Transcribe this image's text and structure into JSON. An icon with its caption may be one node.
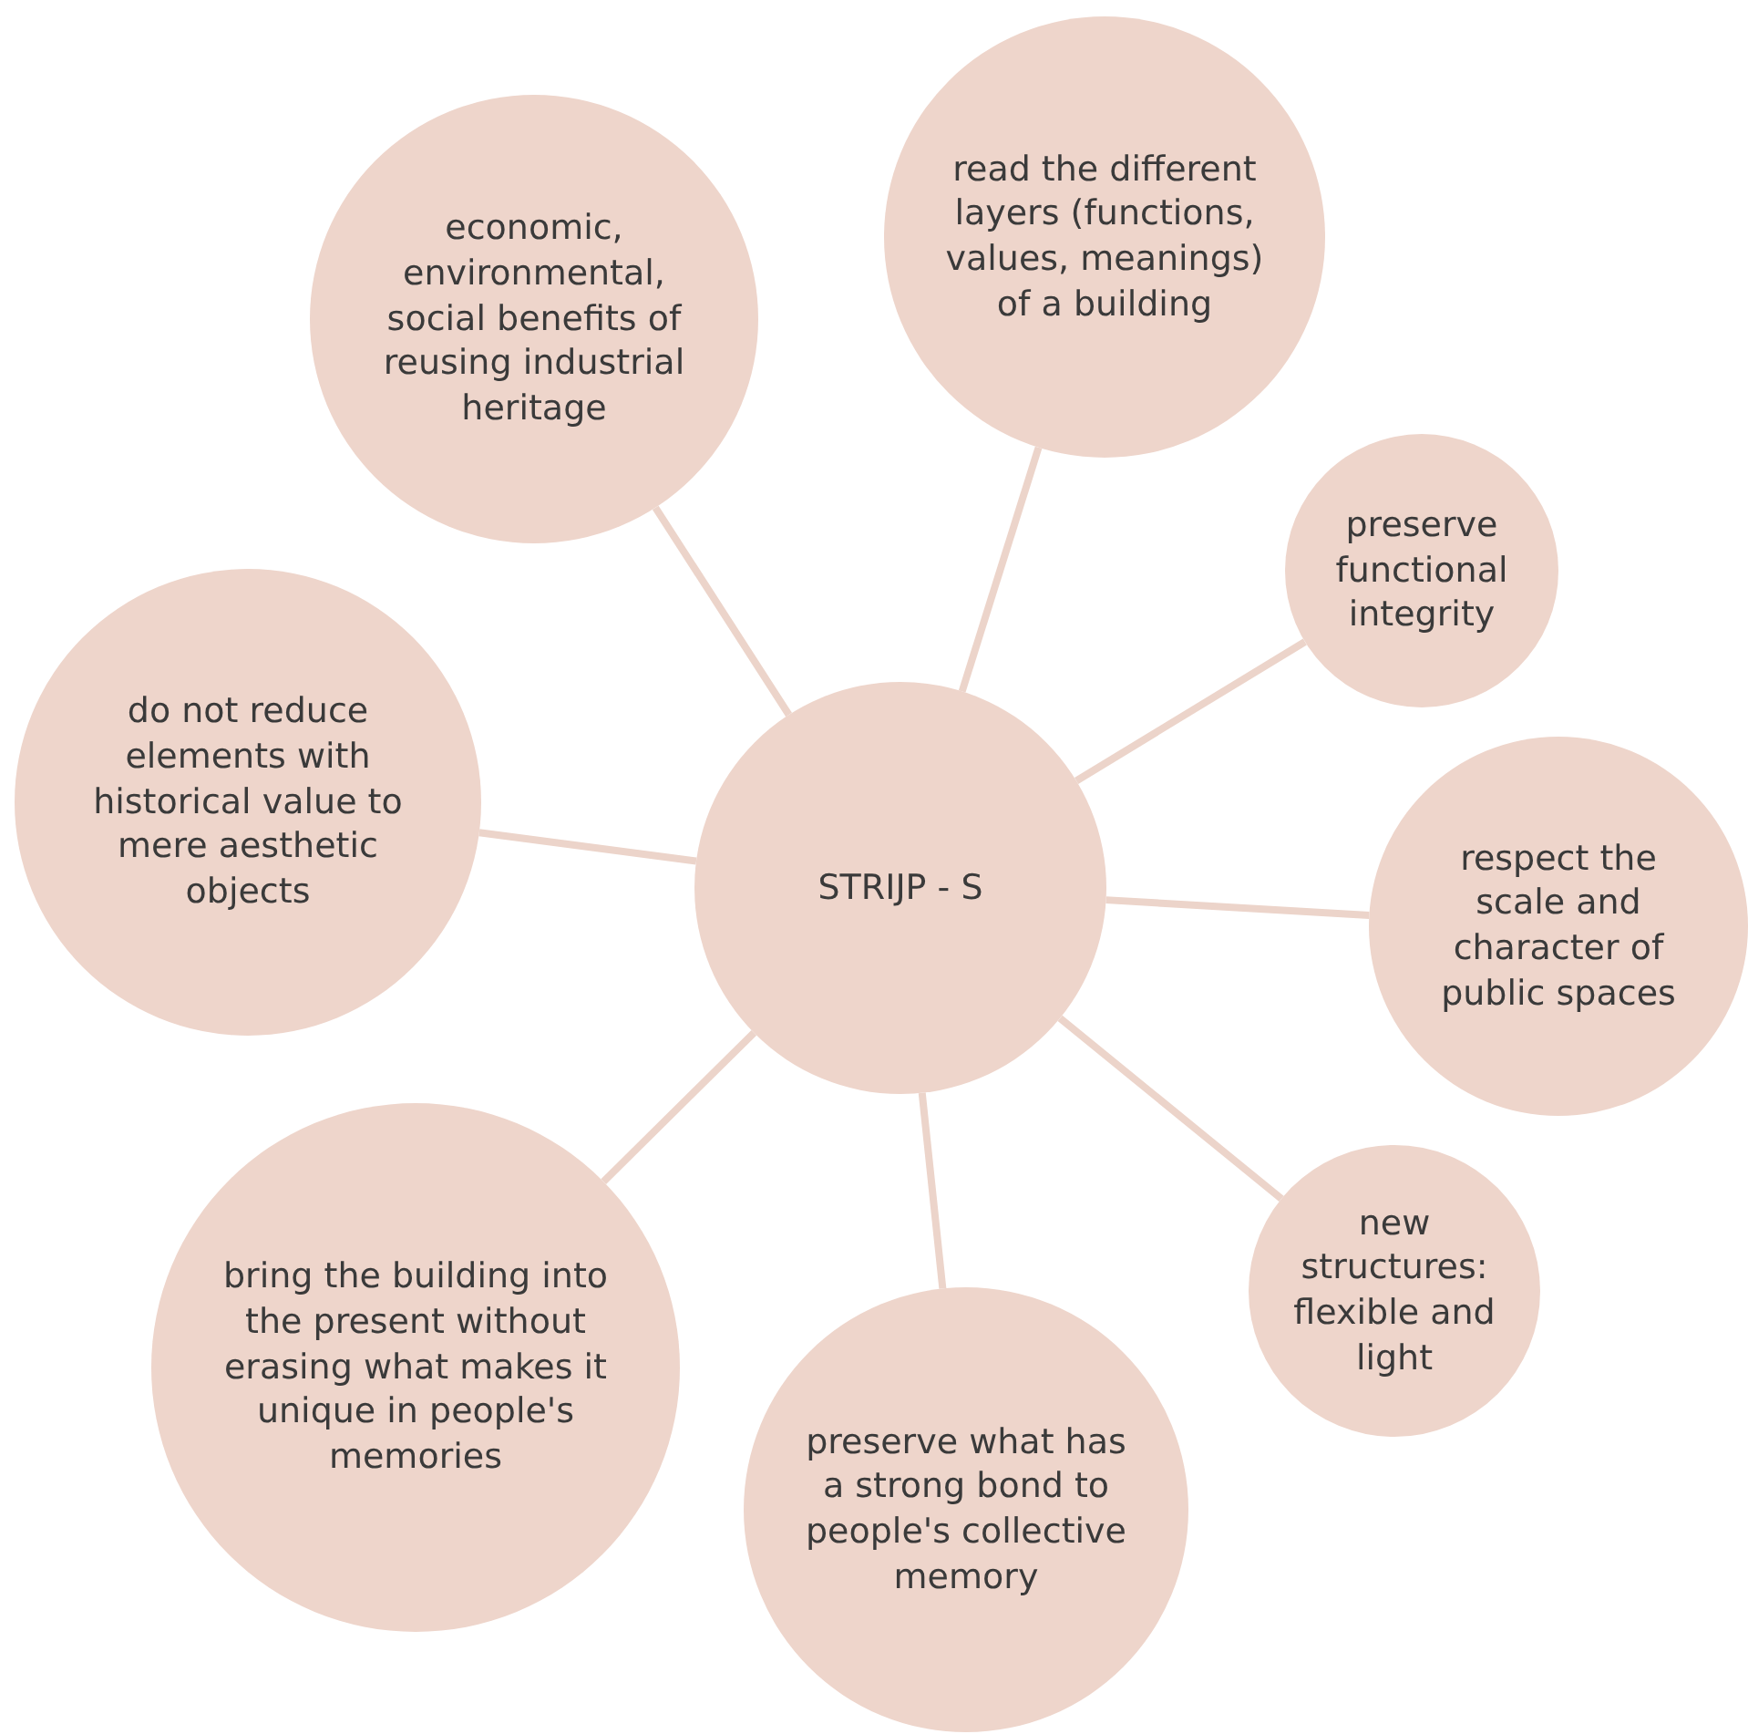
{
  "diagram": {
    "nodes": [
      {
        "text": [
          "STRIJP - S"
        ]
      },
      {
        "text": [
          "economic, environmental, social benefits of reusing industrial heritage"
        ]
      },
      {
        "text": [
          "read the different layers (functions, values, meanings) of a building"
        ]
      },
      {
        "text": [
          "preserve functional integrity"
        ]
      },
      {
        "text": [
          "respect the scale and character of public spaces"
        ]
      },
      {
        "text": [
          "new structures: flexible and light"
        ]
      },
      {
        "text": [
          "preserve what has a strong bond to people's collective memory"
        ]
      },
      {
        "text": [
          "bring the building into the present without erasing what makes it unique in people's memories"
        ]
      },
      {
        "text": [
          "do not reduce elements with historical value to mere aesthetic objects"
        ]
      }
    ],
    "edges": [
      {
        "from": 0,
        "to": 1,
        "arrow": "none"
      },
      {
        "from": 0,
        "to": 2,
        "arrow": "none"
      },
      {
        "from": 0,
        "to": 3,
        "arrow": "none"
      },
      {
        "from": 0,
        "to": 4,
        "arrow": "none"
      },
      {
        "from": 0,
        "to": 5,
        "arrow": "none"
      },
      {
        "from": 0,
        "to": 6,
        "arrow": "none"
      },
      {
        "from": 0,
        "to": 7,
        "arrow": "none"
      },
      {
        "from": 0,
        "to": 8,
        "arrow": "none"
      }
    ]
  }
}
